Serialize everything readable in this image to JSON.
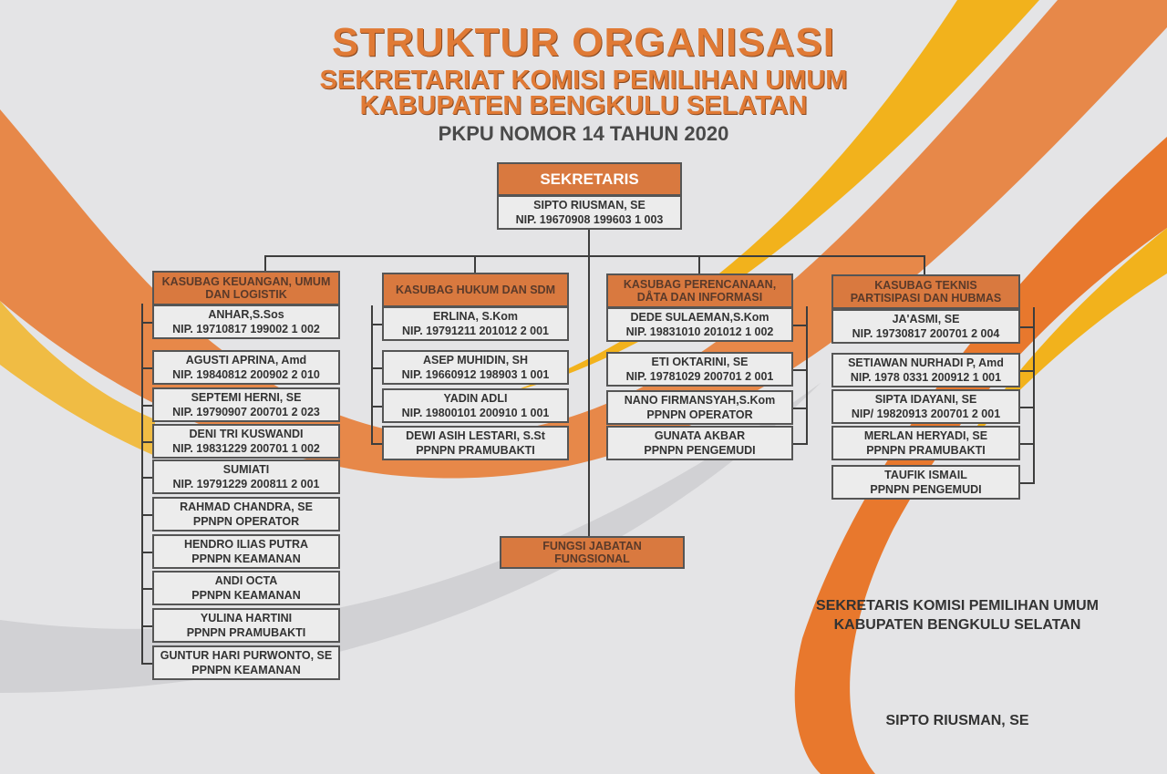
{
  "header": {
    "title": "STRUKTUR ORGANISASI",
    "subtitle1": "SEKRETARIAT KOMISI PEMILIHAN UMUM",
    "subtitle2": "KABUPATEN BENGKULU SELATAN",
    "regulation": "PKPU NOMOR 14 TAHUN 2020"
  },
  "sekretaris": {
    "title": "SEKRETARIS",
    "name": "SIPTO RIUSMAN, SE",
    "nip": "NIP. 19670908 199603 1 003"
  },
  "columns": [
    {
      "title": "KASUBAG KEUANGAN, UMUM DAN LOGISTIK",
      "members": [
        [
          "ANHAR,S.Sos",
          "NIP. 19710817 199002 1 002"
        ],
        [
          "AGUSTI APRINA, Amd",
          "NIP. 19840812 200902 2 010"
        ],
        [
          "SEPTEMI HERNI, SE",
          "NIP. 19790907 200701 2 023"
        ],
        [
          "DENI TRI KUSWANDI",
          "NIP. 19831229 200701 1 002"
        ],
        [
          "SUMIATI",
          "NIP. 19791229 200811 2 001"
        ],
        [
          "RAHMAD CHANDRA, SE",
          "PPNPN OPERATOR"
        ],
        [
          "HENDRO ILIAS PUTRA",
          "PPNPN KEAMANAN"
        ],
        [
          "ANDI OCTA",
          "PPNPN KEAMANAN"
        ],
        [
          "YULINA HARTINI",
          "PPNPN PRAMUBAKTI"
        ],
        [
          "GUNTUR HARI PURWONTO, SE",
          "PPNPN KEAMANAN"
        ]
      ]
    },
    {
      "title": "KASUBAG HUKUM DAN SDM",
      "members": [
        [
          "ERLINA, S.Kom",
          "NIP. 19791211 201012 2 001"
        ],
        [
          "ASEP MUHIDIN, SH",
          "NIP. 19660912 198903 1 001"
        ],
        [
          "YADIN ADLI",
          "NIP. 19800101 200910 1 001"
        ],
        [
          "DEWI ASIH LESTARI, S.St",
          "PPNPN PRAMUBAKTI"
        ]
      ]
    },
    {
      "title": "KASUBAG PERENCANAAN, DÅTA DAN INFORMASI",
      "members": [
        [
          "DEDE SULAEMAN,S.Kom",
          "NIP. 19831010 201012 1 002"
        ],
        [
          "ETI OKTARINI, SE",
          "NIP. 19781029 200701 2 001"
        ],
        [
          "NANO FIRMANSYAH,S.Kom",
          "PPNPN OPERATOR"
        ],
        [
          "GUNATA AKBAR",
          "PPNPN PENGEMUDI"
        ]
      ]
    },
    {
      "title": "KASUBAG TEKNIS PARTISIPASI DAN HUBMAS",
      "members": [
        [
          "JA'ASMI, SE",
          "NIP. 19730817 200701 2 004"
        ],
        [
          "SETIAWAN NURHADI P, Amd",
          "NIP. 1978 0331 200912 1 001"
        ],
        [
          "SIPTA IDAYANI, SE",
          "NIP/ 19820913 200701 2 001"
        ],
        [
          "MERLAN HERYADI, SE",
          "PPNPN PRAMUBAKTI"
        ],
        [
          "TAUFIK ISMAIL",
          "PPNPN PENGEMUDI"
        ]
      ]
    }
  ],
  "fungsional": "FUNGSI JABATAN FUNGSIONAL",
  "footer": {
    "line1": "SEKRETARIS KOMISI PEMILIHAN UMUM",
    "line2": "KABUPATEN BENGKULU SELATAN",
    "signatory": "SIPTO RIUSMAN, SE"
  },
  "colors": {
    "accent": "#d9793f",
    "yellow": "#f2b21c",
    "background": "#e4e4e6"
  }
}
